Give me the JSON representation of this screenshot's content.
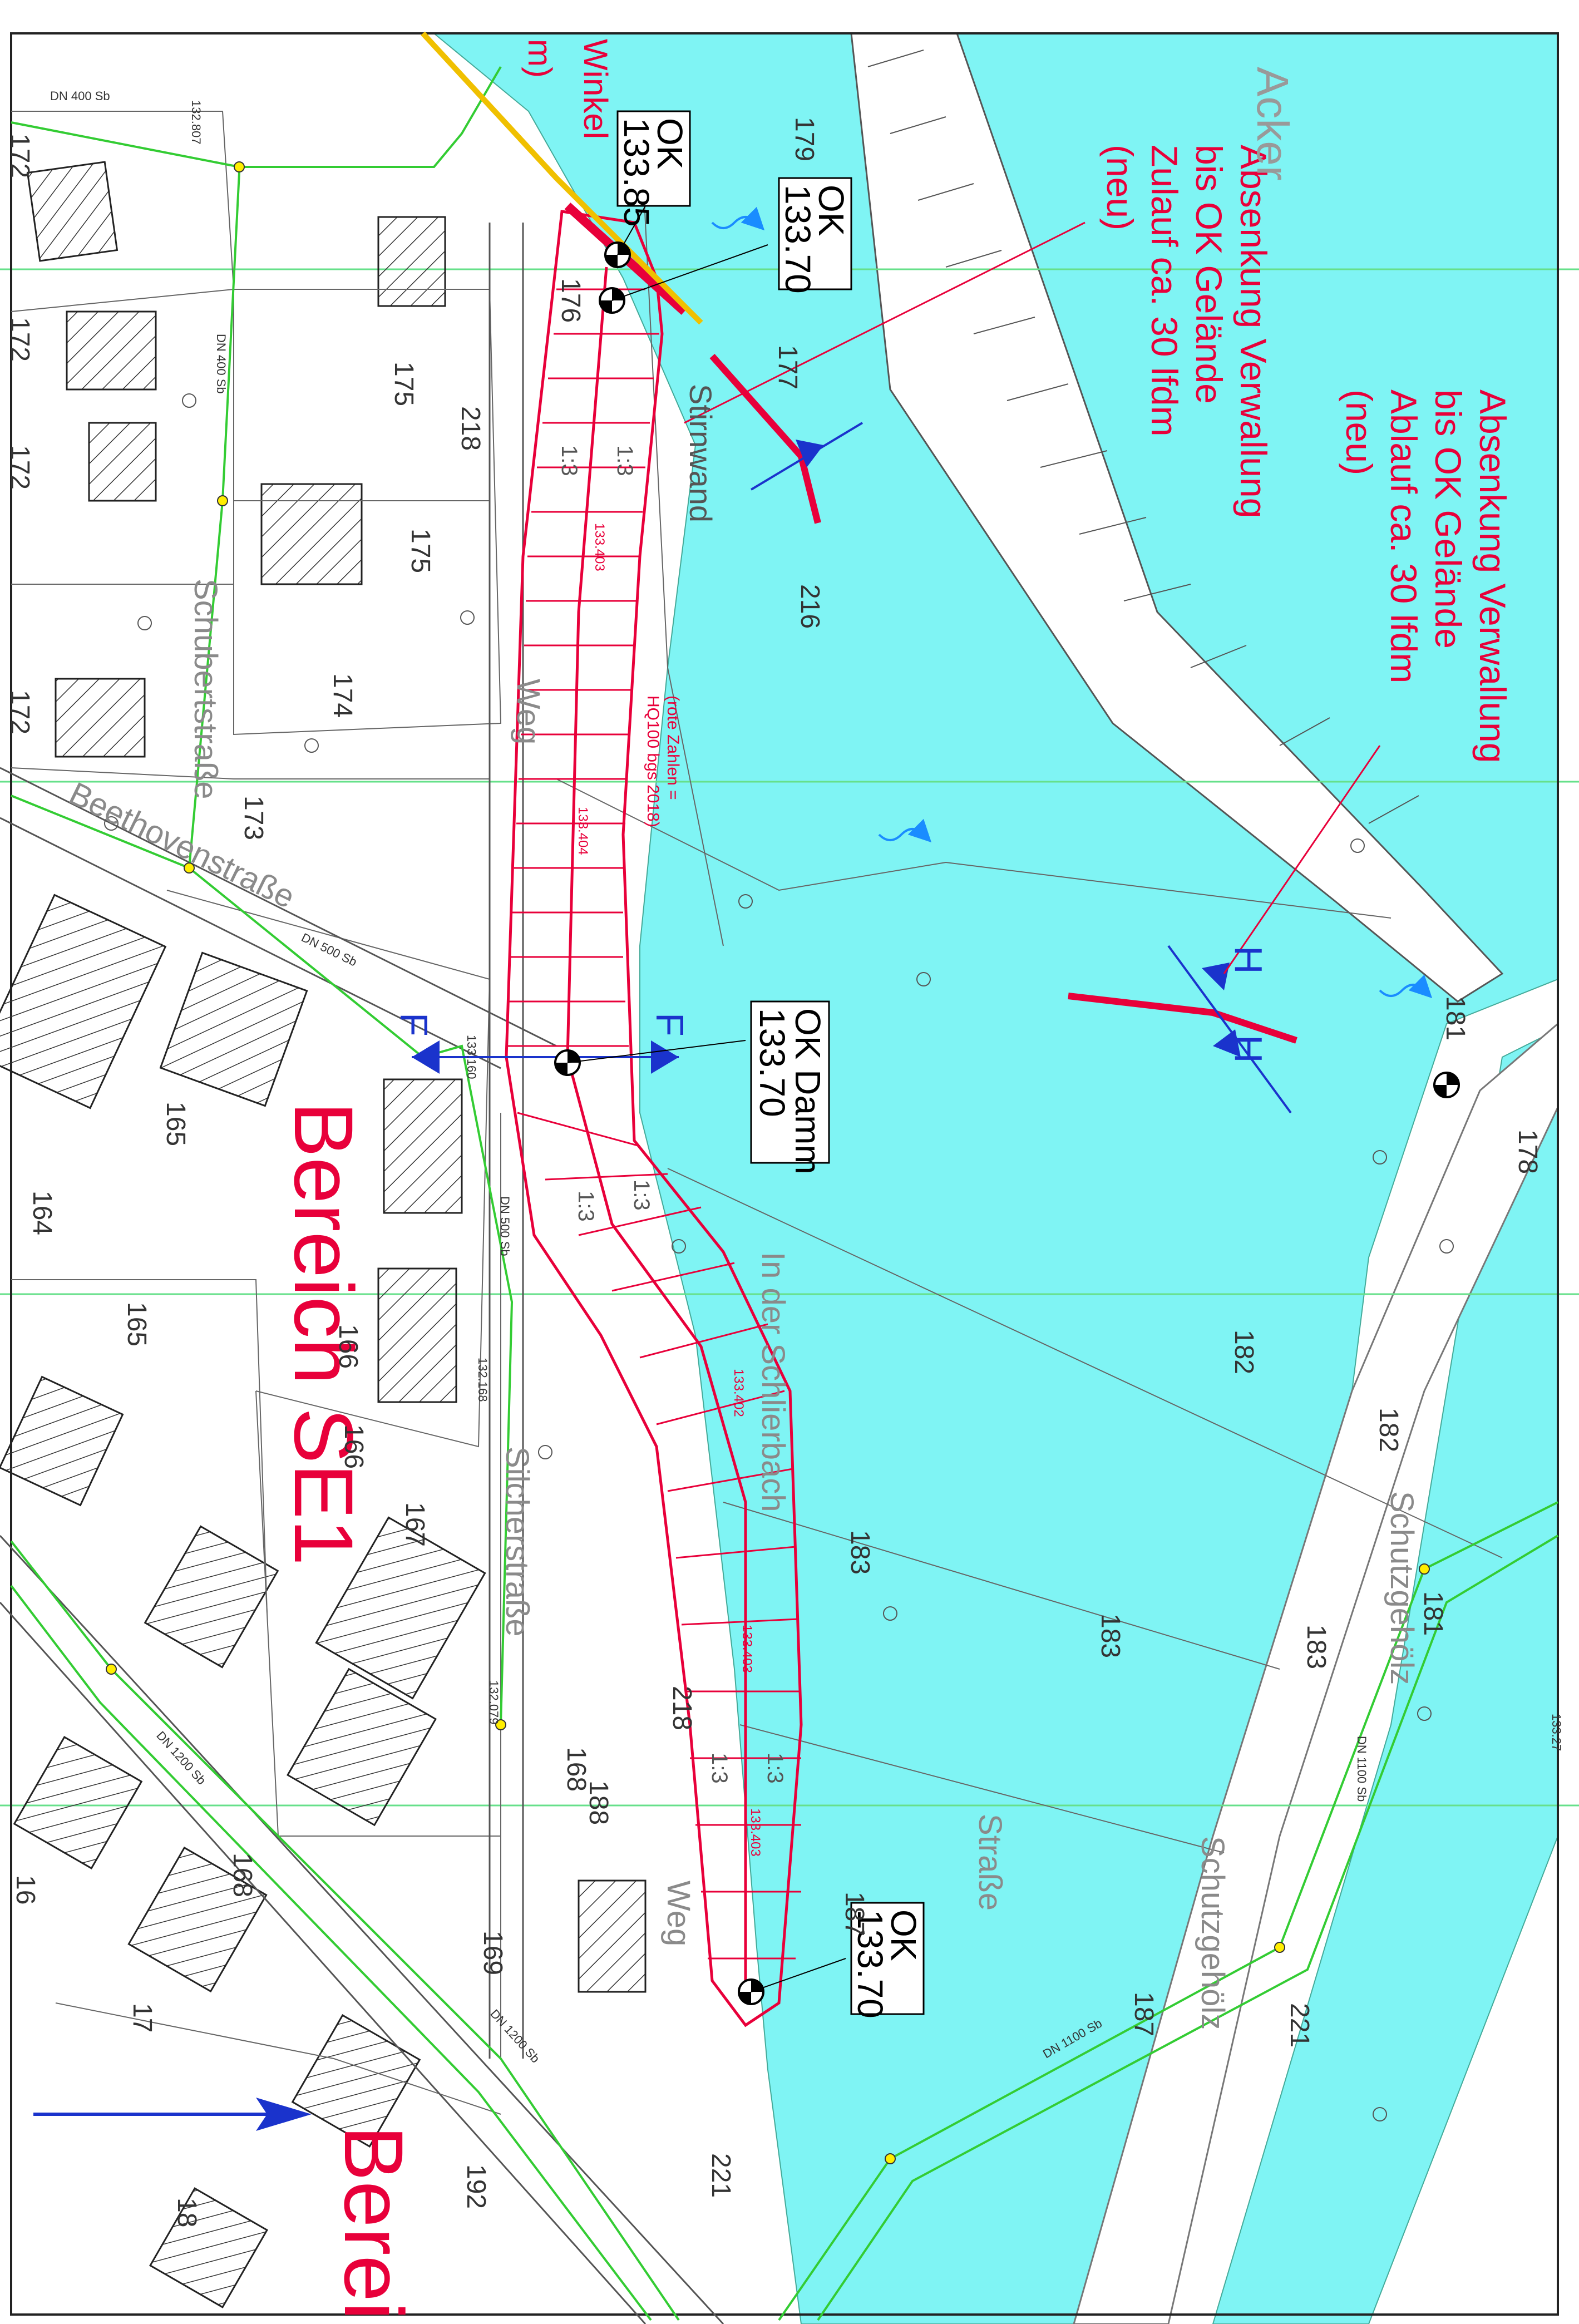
{
  "annotations": {
    "ok_1_label": "OK",
    "ok_1_value": "133.85",
    "ok_2_label": "OK",
    "ok_2_value": "133.70",
    "ok_3_label": "OK Damm",
    "ok_3_value": "133.70",
    "ok_4_label": "OK",
    "ok_4_value": "133.70",
    "zulauf_line1": "Absenkung Verwallung",
    "zulauf_line2": "bis OK Gelände",
    "zulauf_line3": "Zulauf ca. 30 lfdm",
    "zulauf_line4": "(neu)",
    "ablauf_line1": "Absenkung Verwallung",
    "ablauf_line2": "bis OK Gelände",
    "ablauf_line3": "Ablauf ca. 30 lfdm",
    "ablauf_line4": "(neu)",
    "hq_note_line1": "(rote Zahlen =",
    "hq_note_line2": "HQ100 bgs 2018)",
    "stirnwand": "Stirnwand",
    "winkel_fragment": "Winkel",
    "winkel_m": "m)",
    "acker": "Acker",
    "bereich_se1": "Bereich SE1",
    "bereich_fragment": "Berei",
    "section_f": "F",
    "section_h": "H",
    "slope": "1:3"
  },
  "streets": {
    "schubertstrasse": "Schubertstraße",
    "beethovenstrasse": "Beethovenstraße",
    "silcherstrasse": "Silcherstraße",
    "in_der_schlierbach": "In der Schlierbach",
    "weg": "Weg",
    "strasse": "Straße",
    "schutzgeholz": "Schutzgehölz"
  },
  "pipes": {
    "dn400_a": "DN 400 Sb",
    "dn400_b": "DN 400 Sb",
    "dn500_a": "DN 500 Sb",
    "dn500_b": "DN 500 Sb",
    "dn1200_a": "DN 1200 Sb",
    "dn1200_b": "DN 1200 Sb",
    "dn1100_a": "DN 1100 Sb",
    "dn1100_b": "DN 1100 Sb"
  },
  "elevations": {
    "dam_1": "133.403",
    "dam_2": "133.404",
    "dam_3": "133.402",
    "dam_4": "133.403",
    "dam_5": "133.403",
    "e1": "132.807",
    "e2": "133.160",
    "e3": "132.168",
    "e4": "132.079",
    "e5": "133.27"
  },
  "parcels": [
    "179",
    "177",
    "175",
    "175",
    "174",
    "173",
    "172",
    "172",
    "172",
    "172",
    "165",
    "164",
    "165",
    "166",
    "166",
    "167",
    "168",
    "168",
    "169",
    "17",
    "18",
    "16",
    "192",
    "188",
    "182",
    "182",
    "183",
    "183",
    "183",
    "187",
    "187",
    "221",
    "181",
    "181",
    "178",
    "176",
    "216",
    "218",
    "218",
    "221"
  ],
  "colors": {
    "water": "#7ff4f4",
    "dam_red": "#e8003a",
    "pipe_green": "#33cc33",
    "section_blue": "#1a33cc",
    "grid_green": "#66e08a",
    "building_hatch": "#333333"
  },
  "icons": [
    "flow-arrow-icon",
    "north-arrow-icon",
    "survey-point-icon",
    "section-marker-icon"
  ]
}
